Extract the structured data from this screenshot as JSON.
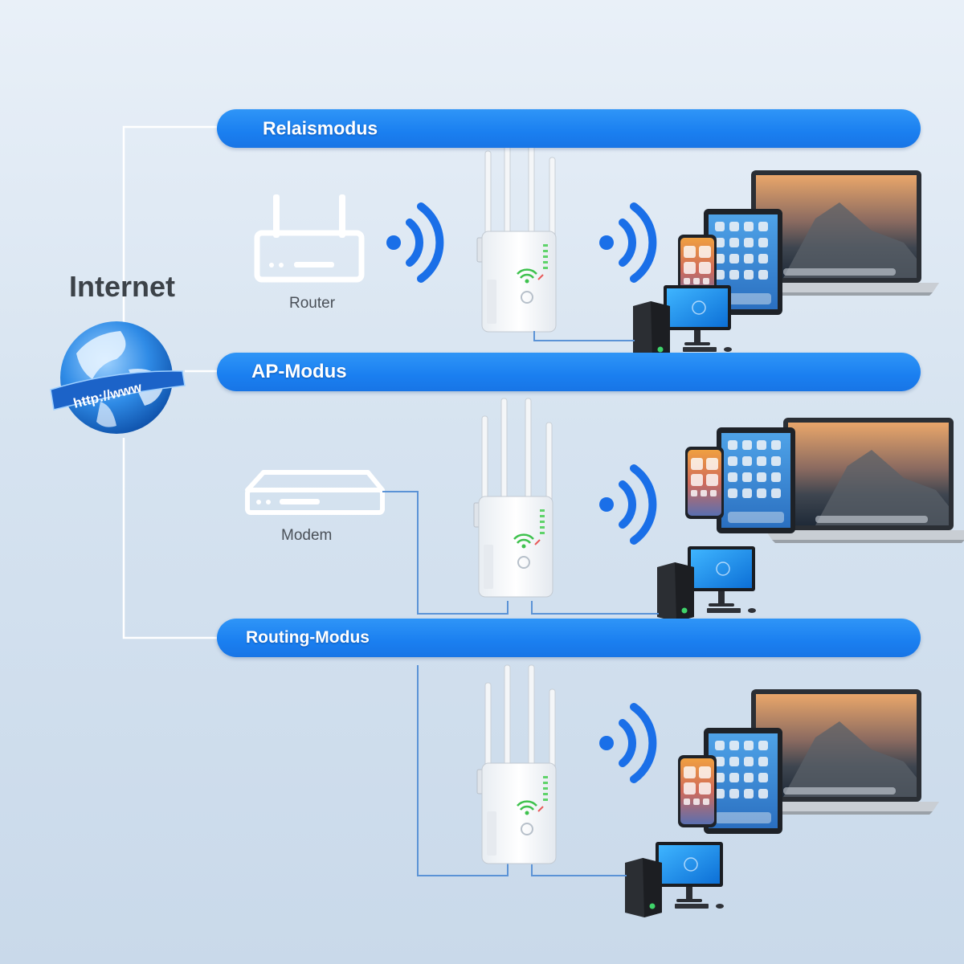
{
  "internet": {
    "label": "Internet",
    "globe_text": "http://www"
  },
  "modes": [
    {
      "id": "relais",
      "label": "Relaismodus"
    },
    {
      "id": "ap",
      "label": "AP-Modus"
    },
    {
      "id": "routing",
      "label": "Routing-Modus"
    }
  ],
  "devices": {
    "router_label": "Router",
    "modem_label": "Modem"
  },
  "colors": {
    "banner": "#1a7ff0",
    "wifi_waves": "#1a6fe8",
    "connector_line": "#5b93d6",
    "internet_line": "#ffffff"
  },
  "icons": [
    "globe-icon",
    "router-icon",
    "modem-icon",
    "wifi-waves-icon",
    "repeater-icon",
    "laptop-icon",
    "tablet-icon",
    "phone-icon",
    "desktop-pc-icon"
  ]
}
